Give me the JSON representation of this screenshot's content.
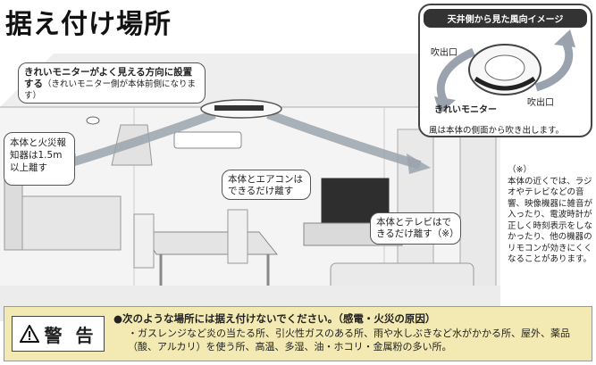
{
  "title": "据え付け場所",
  "callouts": {
    "monitor_bold": "きれいモニターがよく見える方向に設置する",
    "monitor_normal": "（きれいモニター側が本体前側になります）",
    "alarm": "本体と火災報知器は1.5m 以上離す",
    "aircon": "本体とエアコンはできるだけ離す",
    "tv": "本体とテレビはできるだけ離す（※）"
  },
  "inset": {
    "title": "天井側から見た風向イメージ",
    "outlet_left": "吹出口",
    "outlet_right": "吹出口",
    "monitor_label": "きれいモニター",
    "caption": "風は本体の側面から吹き出します。"
  },
  "note": {
    "mark": "（※）",
    "text": "本体の近くでは、ラジオやテレビなどの音響、映像機器に雑音が入ったり、電波時計が正しく時刻表示をしなかったり、他の機器のリモコンが効きにくくなることがあります。"
  },
  "warning": {
    "label": "警 告",
    "headline": "●次のような場所には据え付けないでください。（感電・火災の原因）",
    "body": "・ガスレンジなど炎の当たる所、引火性ガスのある所、雨や水しぶきなど水がかかる所、屋外、薬品（酸、アルカリ）を使う所、高温、多湿、油・ホコリ・金属粉の多い所。"
  },
  "colors": {
    "arrow": "#9aa3ad",
    "room_line": "#8a8a8a",
    "warning_bg": "#f3e9b2"
  }
}
